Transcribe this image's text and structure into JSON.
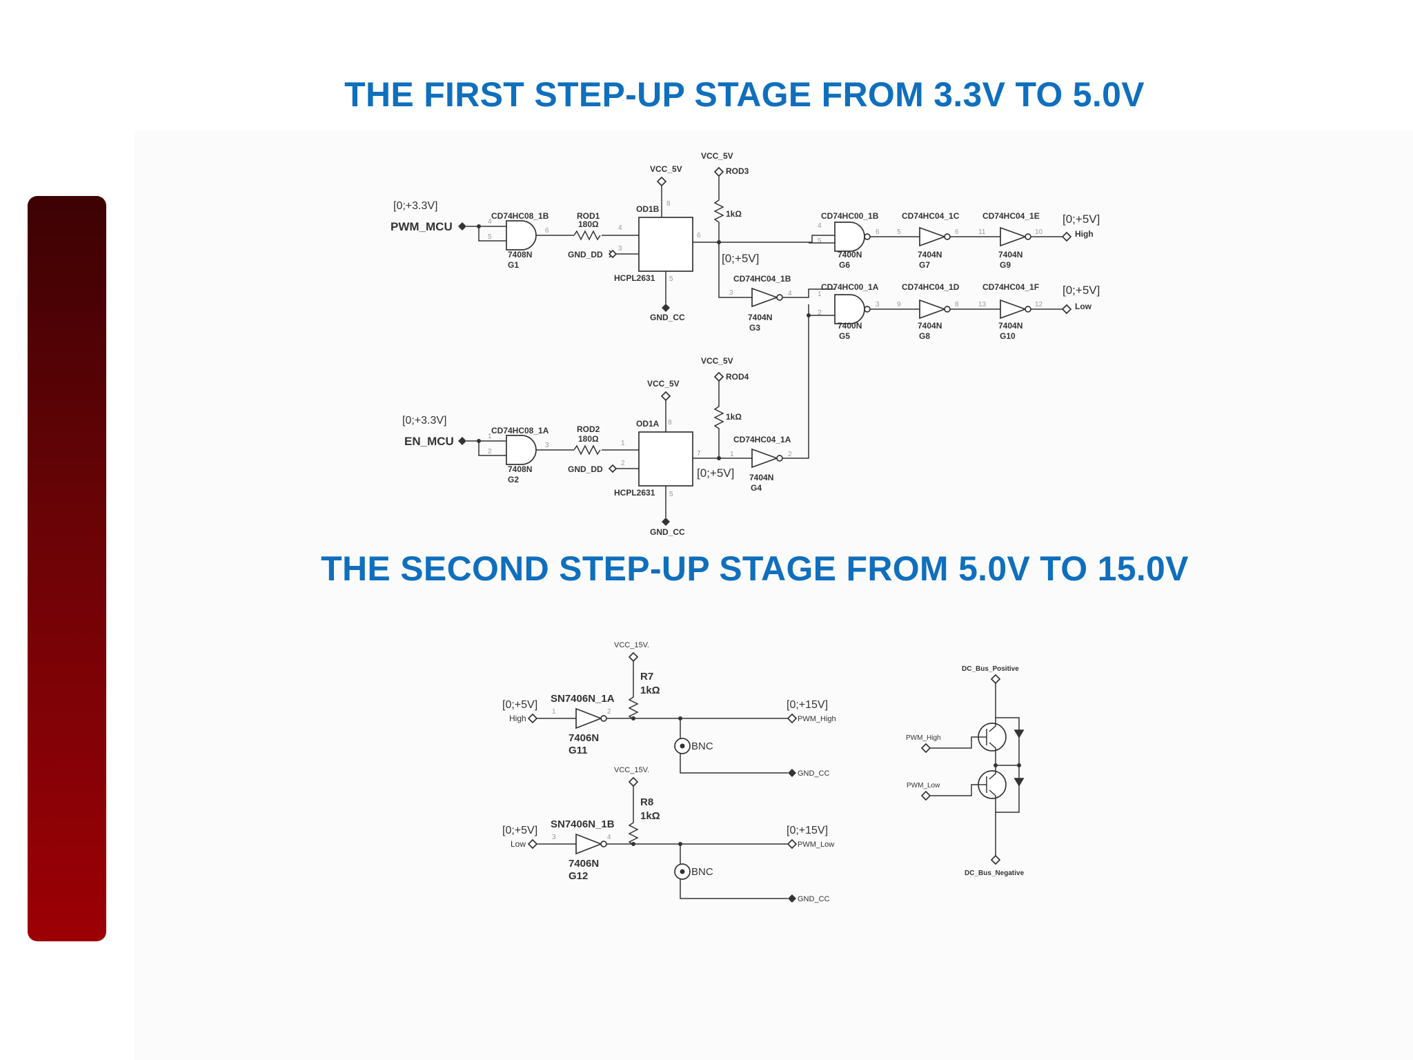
{
  "titles": {
    "stage1": "THE FIRST STEP-UP STAGE FROM 3.3V TO 5.0V",
    "stage2": "THE SECOND STEP-UP STAGE FROM 5.0V TO 15.0V"
  },
  "colors": {
    "title": "#0f6fbd",
    "side_bar_top": "#3d0204",
    "side_bar_bottom": "#9c0005"
  },
  "stage1": {
    "inputs": [
      {
        "net": "PWM_MCU",
        "range": "[0;+3.3V]"
      },
      {
        "net": "EN_MCU",
        "range": "[0;+3.3V]"
      }
    ],
    "and_gates": [
      {
        "part": "CD74HC08_1B",
        "type": "7408N",
        "ref": "G1",
        "pins": [
          "4",
          "5",
          "6"
        ]
      },
      {
        "part": "CD74HC08_1A",
        "type": "7408N",
        "ref": "G2",
        "pins": [
          "1",
          "2",
          "3"
        ]
      }
    ],
    "input_resistors": [
      {
        "ref": "ROD1",
        "value": "180Ω"
      },
      {
        "ref": "ROD2",
        "value": "180Ω"
      }
    ],
    "optocouplers": [
      {
        "ref": "OD1B",
        "part": "HCPL2631",
        "pins": [
          "4",
          "3",
          "8",
          "6",
          "5"
        ]
      },
      {
        "ref": "OD1A",
        "part": "HCPL2631",
        "pins": [
          "1",
          "2",
          "8",
          "7",
          "5"
        ]
      }
    ],
    "pullups": [
      {
        "ref": "ROD3",
        "value": "1kΩ"
      },
      {
        "ref": "ROD4",
        "value": "1kΩ"
      }
    ],
    "supply": "VCC_5V",
    "gnd_dd": "GND_DD",
    "gnd_cc": "GND_CC",
    "mid_range": "[0;+5V]",
    "inverters_mid": [
      {
        "part": "CD74HC04_1B",
        "type": "7404N",
        "ref": "G3",
        "pins": [
          "3",
          "4"
        ]
      },
      {
        "part": "CD74HC04_1A",
        "type": "7404N",
        "ref": "G4",
        "pins": [
          "1",
          "2"
        ]
      }
    ],
    "nand_gates": [
      {
        "part": "CD74HC00_1B",
        "type": "7400N",
        "ref": "G6",
        "pins": [
          "4",
          "5",
          "6"
        ]
      },
      {
        "part": "CD74HC00_1A",
        "type": "7400N",
        "ref": "G5",
        "pins": [
          "1",
          "2",
          "3"
        ]
      }
    ],
    "inverter_chain_high": [
      {
        "part": "CD74HC04_1C",
        "type": "7404N",
        "ref": "G7",
        "pins": [
          "5",
          "6"
        ]
      },
      {
        "part": "CD74HC04_1E",
        "type": "7404N",
        "ref": "G9",
        "pins": [
          "11",
          "10"
        ]
      }
    ],
    "inverter_chain_low": [
      {
        "part": "CD74HC04_1D",
        "type": "7404N",
        "ref": "G8",
        "pins": [
          "9",
          "8"
        ]
      },
      {
        "part": "CD74HC04_1F",
        "type": "7404N",
        "ref": "G10",
        "pins": [
          "13",
          "12"
        ]
      }
    ],
    "outputs": [
      {
        "net": "High",
        "range": "[0;+5V]"
      },
      {
        "net": "Low",
        "range": "[0;+5V]"
      }
    ]
  },
  "stage2": {
    "supply": "VCC_15V.",
    "rows": [
      {
        "input_range": "[0;+5V]",
        "input_net": "High",
        "buffer_part": "SN7406N_1A",
        "buffer_type": "7406N",
        "buffer_ref": "G11",
        "pins": [
          "1",
          "2"
        ],
        "resistor_ref": "R7",
        "resistor_value": "1kΩ",
        "output_range": "[0;+15V]",
        "output_net": "PWM_High",
        "probe": "BNC",
        "gnd": "GND_CC"
      },
      {
        "input_range": "[0;+5V]",
        "input_net": "Low",
        "buffer_part": "SN7406N_1B",
        "buffer_type": "7406N",
        "buffer_ref": "G12",
        "pins": [
          "3",
          "4"
        ],
        "resistor_ref": "R8",
        "resistor_value": "1kΩ",
        "output_range": "[0;+15V]",
        "output_net": "PWM_Low",
        "probe": "BNC",
        "gnd": "GND_CC"
      }
    ],
    "igbt_leg": {
      "bus_positive": "DC_Bus_Positive",
      "bus_negative": "DC_Bus_Negative",
      "gate_high": "PWM_High",
      "gate_low": "PWM_Low"
    }
  }
}
